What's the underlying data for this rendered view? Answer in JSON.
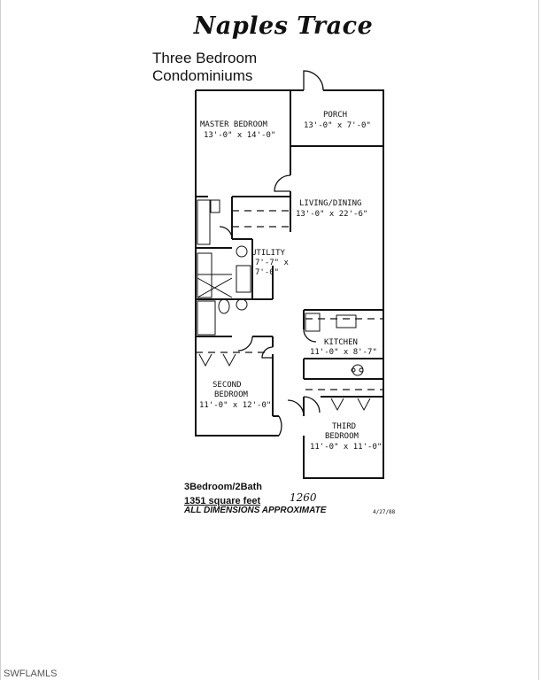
{
  "header": {
    "title": "Naples Trace",
    "subtitle_line1": "Three Bedroom",
    "subtitle_line2": "Condominiums"
  },
  "rooms": {
    "master": {
      "name": "MASTER BEDROOM",
      "dims": "13'-0\" x 14'-0\""
    },
    "porch": {
      "name": "PORCH",
      "dims": "13'-0\" x 7'-0\""
    },
    "living": {
      "name": "LIVING/DINING",
      "dims": "13'-0\" x 22'-6\""
    },
    "utility": {
      "name": "UTILITY",
      "dims1": "7'-7\" x",
      "dims2": "7'-0\""
    },
    "kitchen": {
      "name": "KITCHEN",
      "dims": "11'-0\" x 8'-7\""
    },
    "second": {
      "name1": "SECOND",
      "name2": "BEDROOM",
      "dims": "11'-0\" x 12'-0\""
    },
    "third": {
      "name1": "THIRD",
      "name2": "BEDROOM",
      "dims": "11'-0\" x 11'-0\""
    }
  },
  "footer": {
    "line1": "3Bedroom/2Bath",
    "line2": "1351 square feet",
    "handwritten": "1260",
    "line3": "ALL DIMENSIONS APPROXIMATE",
    "date": "4/27/88"
  },
  "watermark": "SWFLAMLS"
}
